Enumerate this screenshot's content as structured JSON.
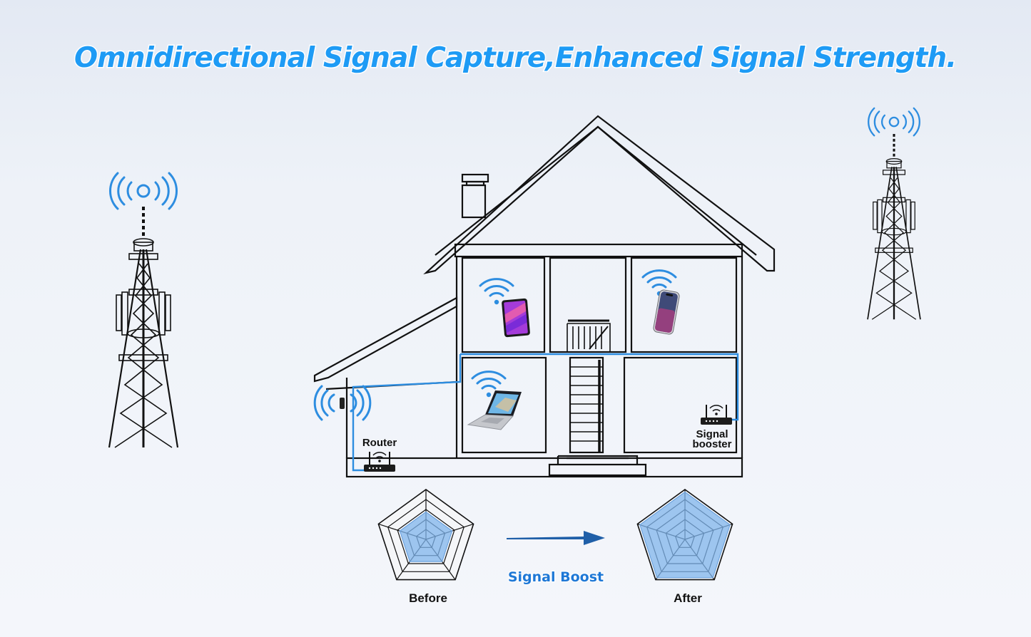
{
  "title": "Omnidirectional Signal Capture,Enhanced Signal Strength.",
  "labels": {
    "router": "Router",
    "signal_booster_line1": "Signal",
    "signal_booster_line2": "booster",
    "signal_boost": "Signal Boost",
    "before": "Before",
    "after": "After"
  },
  "colors": {
    "title": "#1e9bf5",
    "wifi": "#2d8de0",
    "cable": "#2d8de0",
    "radar_fill": "#7fb4ec",
    "arrow": "#1f5fa8"
  },
  "icons": [
    "cell-tower-icon",
    "wifi-icon",
    "tablet-icon",
    "smartphone-icon",
    "laptop-icon",
    "router-icon",
    "signal-booster-icon",
    "radar-chart-icon",
    "arrow-right-icon"
  ],
  "radar": {
    "before_level": 0.55,
    "after_level": 0.95
  }
}
